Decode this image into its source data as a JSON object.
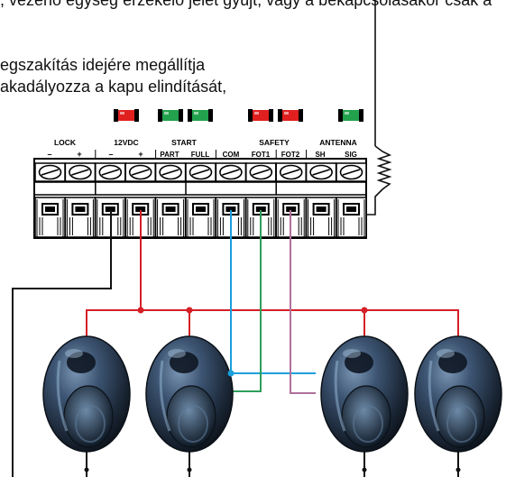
{
  "text": {
    "line1": "), vezérlő egység érzékelő jelet gyújt, vagy a bekapcsolásakor csak a",
    "line2": "egszakítás idejére megállítja",
    "line3": "akadályozza a kapu elindítását,"
  },
  "terminals": {
    "groups": {
      "lock": "LOCK",
      "v12": "12VDC",
      "start": "START",
      "safety": "SAFETY",
      "antenna": "ANTENNA"
    },
    "labels": {
      "lock_minus": "–",
      "lock_plus": "+",
      "v12_minus": "–",
      "v12_plus": "+",
      "part": "PART",
      "full": "FULL",
      "com": "COM",
      "fot1": "FOT1",
      "fot2": "FOT2",
      "sh": "SH",
      "sig": "SIG"
    }
  },
  "colors": {
    "red_wire": "#d42027",
    "blue_wire": "#1aa0dc",
    "green_wire": "#2e9e5b",
    "purple_wire": "#b0709b",
    "black_wire": "#111111",
    "led_red": "#e0201f",
    "led_green": "#23a24d",
    "sensor_body": "#2f4258"
  },
  "icons": {
    "sensor": "photocell-sensor-icon",
    "antenna": "antenna-coil-icon",
    "led": "indicator-led-icon"
  }
}
